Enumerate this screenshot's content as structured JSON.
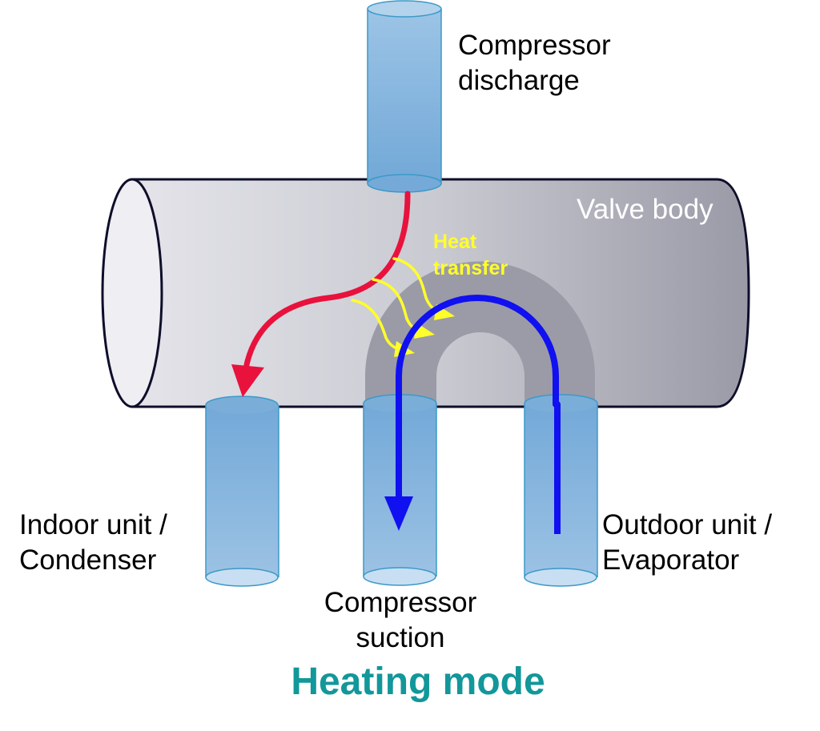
{
  "diagram": {
    "title": "Heating mode",
    "labels": {
      "compressor_discharge": [
        "Compressor",
        "discharge"
      ],
      "valve_body": "Valve body",
      "heat_transfer": [
        "Heat",
        "transfer"
      ],
      "indoor_unit": [
        "Indoor unit /",
        "Condenser"
      ],
      "compressor_suction": [
        "Compressor",
        "suction"
      ],
      "outdoor_unit": [
        "Outdoor unit /",
        "Evaporator"
      ]
    },
    "colors": {
      "hot_flow": "#e8123c",
      "cold_flow": "#1010f0",
      "heat_transfer": "#ffff2a",
      "pipe_fill": "#7fb0da",
      "pipe_stroke": "#3a9ac8",
      "valve_body_light": "#e2e2e8",
      "valve_body_dark": "#9c9ca8",
      "u_bend": "#9a9aa6",
      "title": "#12979a"
    },
    "flows": [
      {
        "name": "hot-discharge-flow",
        "from": "Compressor discharge",
        "to": "Indoor unit / Condenser"
      },
      {
        "name": "cold-suction-flow",
        "from": "Outdoor unit / Evaporator",
        "to": "Compressor suction"
      }
    ]
  }
}
